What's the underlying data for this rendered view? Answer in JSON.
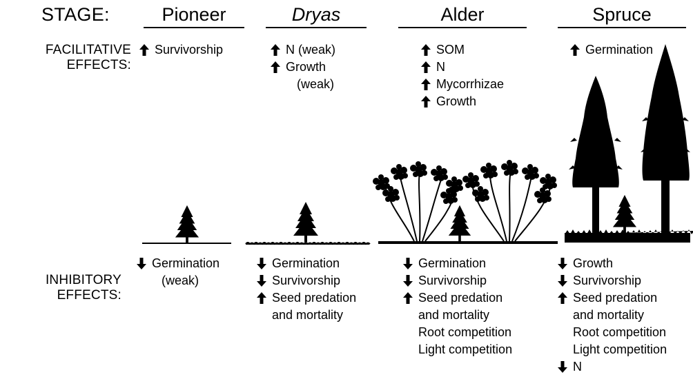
{
  "row_labels": {
    "stage": "STAGE:",
    "facilitative_1": "FACILITATIVE",
    "facilitative_2": "EFFECTS:",
    "inhibitory_1": "INHIBITORY",
    "inhibitory_2": "EFFECTS:"
  },
  "stages": {
    "pioneer": {
      "name": "Pioneer",
      "facilitative": [
        {
          "dir": "up",
          "text": "Survivorship"
        }
      ],
      "inhibitory": [
        {
          "dir": "down",
          "text": "Germination"
        },
        {
          "dir": "none",
          "text": "(weak)"
        }
      ]
    },
    "dryas": {
      "name": "Dryas",
      "facilitative": [
        {
          "dir": "up",
          "text": "N (weak)"
        },
        {
          "dir": "up",
          "text": "Growth"
        },
        {
          "dir": "none",
          "text": "(weak)"
        }
      ],
      "inhibitory": [
        {
          "dir": "down",
          "text": "Germination"
        },
        {
          "dir": "down",
          "text": "Survivorship"
        },
        {
          "dir": "up",
          "text": "Seed predation"
        },
        {
          "dir": "none",
          "text": "and mortality"
        }
      ]
    },
    "alder": {
      "name": "Alder",
      "facilitative": [
        {
          "dir": "up",
          "text": "SOM"
        },
        {
          "dir": "up",
          "text": "N"
        },
        {
          "dir": "up",
          "text": "Mycorrhizae"
        },
        {
          "dir": "up",
          "text": "Growth"
        }
      ],
      "inhibitory": [
        {
          "dir": "down",
          "text": "Germination"
        },
        {
          "dir": "down",
          "text": "Survivorship"
        },
        {
          "dir": "up",
          "text": "Seed predation"
        },
        {
          "dir": "none",
          "text": "and mortality"
        },
        {
          "dir": "none",
          "text": "Root competition"
        },
        {
          "dir": "none",
          "text": "Light competition"
        }
      ]
    },
    "spruce": {
      "name": "Spruce",
      "facilitative": [
        {
          "dir": "up",
          "text": "Germination"
        }
      ],
      "inhibitory": [
        {
          "dir": "down",
          "text": "Growth"
        },
        {
          "dir": "down",
          "text": "Survivorship"
        },
        {
          "dir": "up",
          "text": "Seed predation"
        },
        {
          "dir": "none",
          "text": "and mortality"
        },
        {
          "dir": "none",
          "text": "Root competition"
        },
        {
          "dir": "none",
          "text": "Light competition"
        },
        {
          "dir": "down",
          "text": "N"
        }
      ]
    }
  },
  "colors": {
    "ink": "#000000",
    "paper": "#ffffff"
  },
  "icons": {
    "up": "up-arrow-icon",
    "down": "down-arrow-icon"
  }
}
